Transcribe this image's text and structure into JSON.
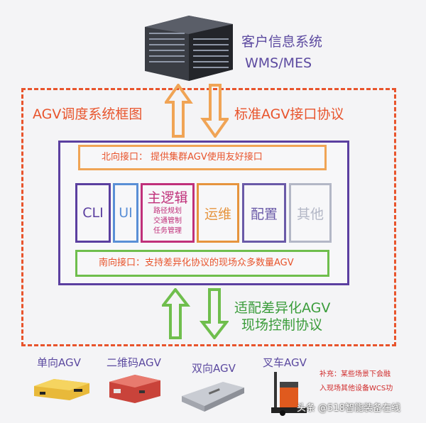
{
  "top": {
    "customer_system": "客户信息系统",
    "wms_mes": "WMS/MES"
  },
  "frame": {
    "title": "AGV调度系统框图",
    "standard_protocol": "标准AGV接口协议",
    "adapt_protocol_line1": "适配差异化AGV",
    "adapt_protocol_line2": "现场控制协议"
  },
  "north_interface": "北向接口： 提供集群AGV使用友好接口",
  "south_interface": "南向接口：支持差异化协议的现场众多数量AGV",
  "modules": {
    "cli": "CLI",
    "ui": "UI",
    "main_logic": "主逻辑",
    "main_logic_items": [
      "路径规划",
      "交通管制",
      "任务管理"
    ],
    "ops": "运维",
    "config": "配置",
    "other": "其他"
  },
  "agvs": [
    "单向AGV",
    "二维码AGV",
    "双向AGV",
    "叉车AGV"
  ],
  "note": {
    "line1": "补充：某些场景下会融",
    "line2": "入现场其他设备WCS功"
  },
  "watermark": "头条 @518智能装备在线",
  "colors": {
    "orange_arrow": "#f0a455",
    "green_arrow": "#6fbe4d",
    "frame_border": "#e8542c",
    "main_border": "#5b3fa0"
  }
}
